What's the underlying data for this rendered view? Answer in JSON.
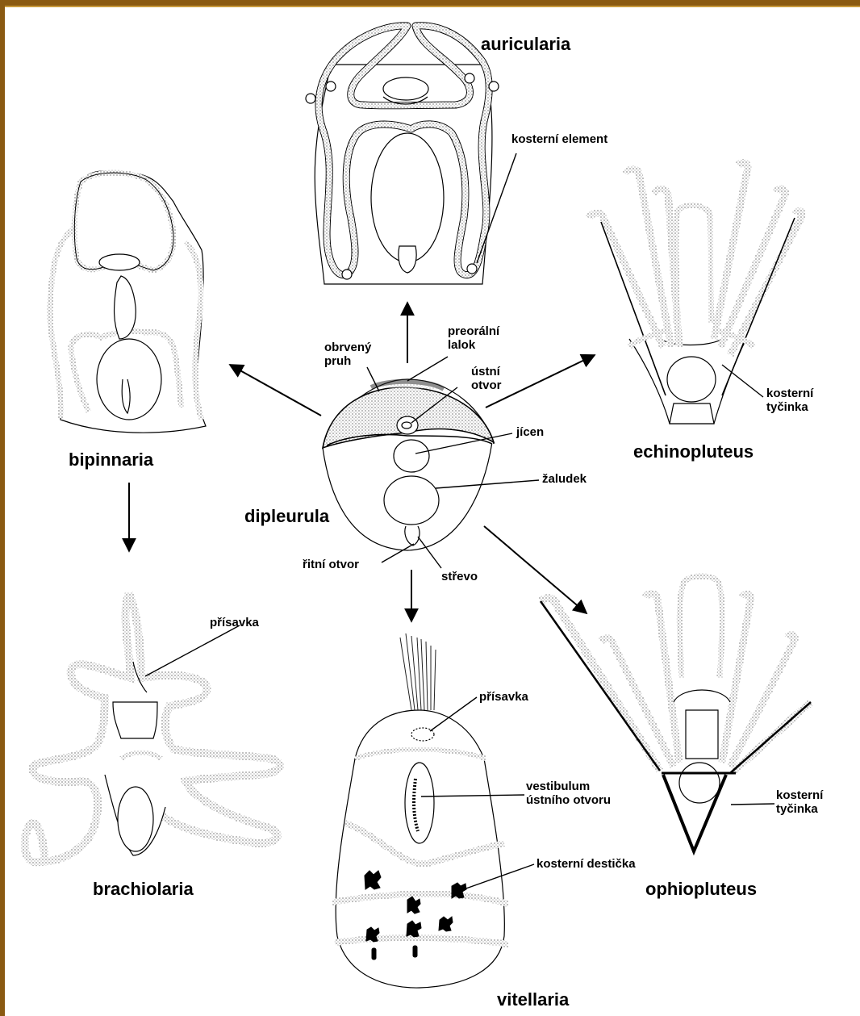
{
  "stages": {
    "dipleurula": "dipleurula",
    "auricularia": "auricularia",
    "bipinnaria": "bipinnaria",
    "brachiolaria": "brachiolaria",
    "echinopluteus": "echinopluteus",
    "ophiopluteus": "ophiopluteus",
    "vitellaria": "vitellaria"
  },
  "parts": {
    "obrveny_pruh": [
      "obrvený",
      "pruh"
    ],
    "preoralni_lalok": [
      "preorální",
      "lalok"
    ],
    "ustni_otvor": [
      "ústní",
      "otvor"
    ],
    "jicen": "jícen",
    "zaludek": "žaludek",
    "ritni_otvor": "řitní otvor",
    "strevo": "střevo",
    "kosterni_element": "kosterní element",
    "kosterni_tycinka_echino": [
      "kosterní",
      "tyčinka"
    ],
    "kosterni_tycinka_ophio": [
      "kosterní",
      "tyčinka"
    ],
    "prisavka_brachiolaria": "přísavka",
    "prisavka_vitellaria": "přísavka",
    "vestibulum": [
      "vestibulum",
      "ústního otvoru"
    ],
    "kosterni_desticka": "kosterní destička"
  }
}
